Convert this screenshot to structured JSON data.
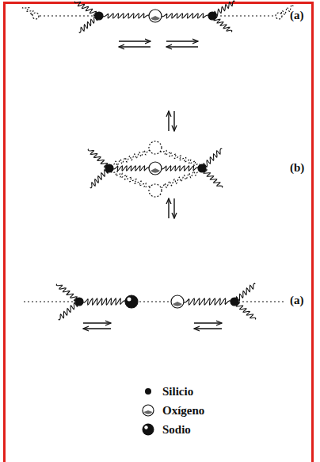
{
  "diagram": {
    "labels": [
      "(a)",
      "(b)",
      "(a)"
    ],
    "legend": [
      {
        "text": "Silicio"
      },
      {
        "text": "Oxígeno"
      },
      {
        "text": "Sodio"
      }
    ]
  }
}
